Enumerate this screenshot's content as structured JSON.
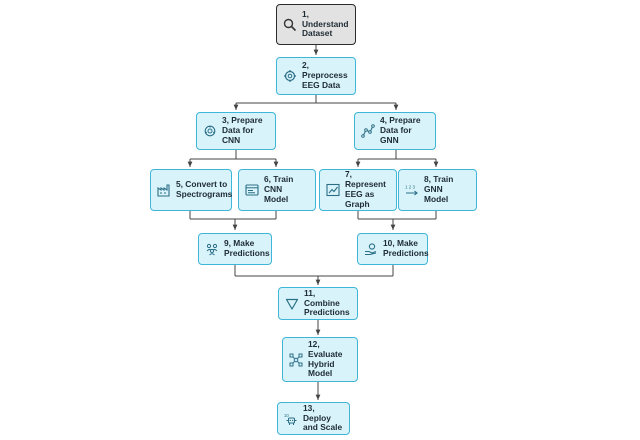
{
  "nodes": {
    "n1": {
      "label": "1,\nUnderstand\nDataset",
      "icon": "magnifier-icon"
    },
    "n2": {
      "label": "2,\nPreprocess\nEEG Data",
      "icon": "gear-icon"
    },
    "n3": {
      "label": "3, Prepare\nData for CNN",
      "icon": "gear-cluster-icon"
    },
    "n4": {
      "label": "4, Prepare\nData for GNN",
      "icon": "graph-nodes-icon"
    },
    "n5": {
      "label": "5, Convert to\nSpectrograms",
      "icon": "factory-icon"
    },
    "n6": {
      "label": "6, Train CNN\nModel",
      "icon": "browser-window-icon"
    },
    "n7": {
      "label": "7, Represent\nEEG as\nGraph",
      "icon": "line-chart-icon"
    },
    "n8": {
      "label": "8, Train GNN\nModel",
      "icon": "number-arrow-icon"
    },
    "n9": {
      "label": "9, Make\nPredictions",
      "icon": "people-network-icon"
    },
    "n10": {
      "label": "10, Make\nPredictions",
      "icon": "hand-coin-icon"
    },
    "n11": {
      "label": "11, Combine\nPredictions",
      "icon": "funnel-triangle-icon"
    },
    "n12": {
      "label": "12, Evaluate\nHybrid\nModel",
      "icon": "network-icon"
    },
    "n13": {
      "label": "13, Deploy\nand Scale",
      "icon": "robot-icon"
    }
  },
  "colors": {
    "node_fill": "#d9f3fb",
    "node_border": "#3fb6d8",
    "start_fill": "#e2e2e2",
    "start_border": "#2b2b2b",
    "edge": "#444444"
  }
}
